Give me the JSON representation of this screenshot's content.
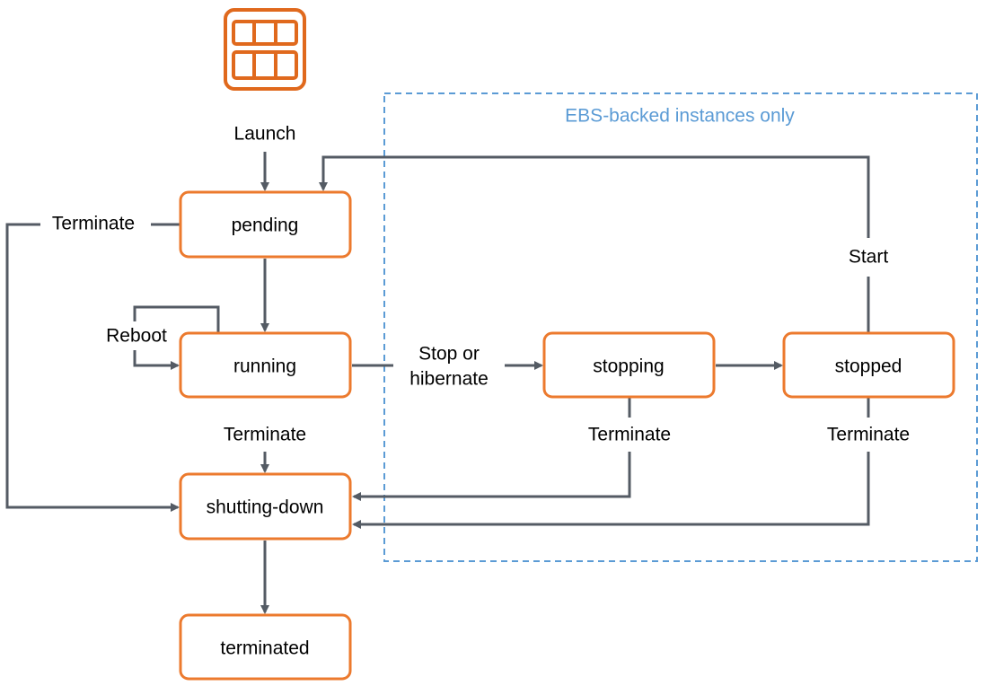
{
  "colors": {
    "state_border": "#ec7a2e",
    "icon_color": "#e0691d",
    "line_color": "#545b64",
    "ebs_border": "#5b9bd5",
    "ebs_text": "#5b9bd5"
  },
  "icon": "ec2-instance-icon",
  "states": {
    "pending": "pending",
    "running": "running",
    "stopping": "stopping",
    "stopped": "stopped",
    "shutting_down": "shutting-down",
    "terminated": "terminated"
  },
  "edges": {
    "launch": "Launch",
    "terminate_pending": "Terminate",
    "reboot": "Reboot",
    "stop_line1": "Stop or",
    "stop_line2": "hibernate",
    "start": "Start",
    "terminate_running": "Terminate",
    "terminate_stopping": "Terminate",
    "terminate_stopped": "Terminate"
  },
  "ebs_region_label": "EBS-backed instances only"
}
